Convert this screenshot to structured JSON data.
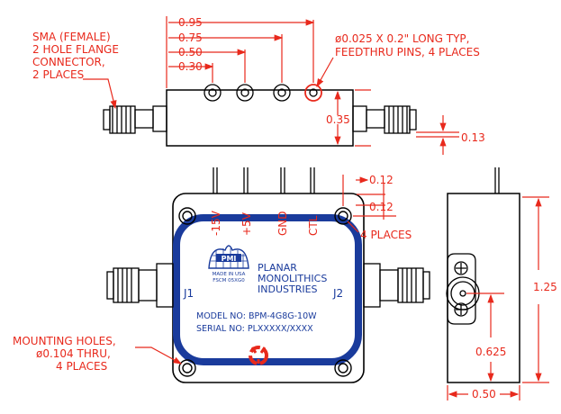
{
  "connector_note": [
    "SMA (FEMALE)",
    "2 HOLE FLANGE",
    "CONNECTOR,",
    "2 PLACES"
  ],
  "pins_note": [
    "ø0.025 X 0.2\" LONG TYP,",
    "FEEDTHRU PINS, 4 PLACES"
  ],
  "mount_note": [
    "MOUNTING HOLES,",
    "ø0.104 THRU,",
    "4 PLACES"
  ],
  "top_dims": [
    "0.95",
    "0.75",
    "0.50",
    "0.30"
  ],
  "dim_height": "0.35",
  "dim_conn": "0.13",
  "hole_dims": [
    "0.12",
    "0.12"
  ],
  "hole_places": "4 PLACES",
  "pin_labels": [
    "-15V",
    "+5V",
    "GND",
    "CTL"
  ],
  "port_labels": [
    "J1",
    "J2"
  ],
  "logo": {
    "text": "PMI",
    "sub1": "MADE IN USA",
    "sub2": "FSCM 05XG0"
  },
  "company": [
    "PLANAR",
    "MONOLITHICS",
    "INDUSTRIES"
  ],
  "model": "MODEL  NO: BPM-4G8G-10W",
  "serial": "SERIAL  NO: PLXXXXX/XXXX",
  "side_dims": {
    "height": "1.25",
    "center": "0.625",
    "width": "0.50"
  },
  "colors": {
    "dimension": "#e8291c",
    "outline": "#000000",
    "gasket": "#1a3b9c"
  }
}
